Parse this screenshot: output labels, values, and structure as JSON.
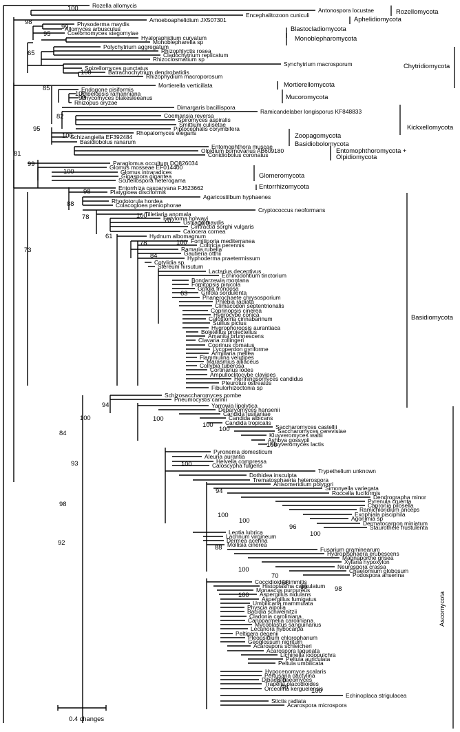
{
  "tree": {
    "taxa": [
      "Rozella allomycis",
      "Antonospora locustae",
      "Encephalitozoon cuniculi",
      "Amoeboaphelidium JX507301",
      "Physoderma maydis",
      "Allomyces arbusculus",
      "Coelomomyces stegomyiae",
      "Hyaloraphidium curvatum",
      "Monoblepharella sp",
      "Polychytrium aggregatum",
      "Rhizophlyctis rosea",
      "Cladochytrium replicatum",
      "Rhizoclosmatium sp",
      "Synchytrium macrosporum",
      "Spizellomyces punctatus",
      "Batrachochytrium dendrobatidis",
      "Rhizophydium macroporosum",
      "Mortierella verticillata",
      "Endogone pisiformis",
      "Umbelopsis ramanniana",
      "Phycomyces blakesleeanus",
      "Rhizopus oryzae",
      "Dimargaris bacillispora",
      "Ramicandelaber longisporus KF848833",
      "Coemansia reversa",
      "Spiromyces aspiralis",
      "Smittium culisetae",
      "Piptocephalis corymbifera",
      "Rhopalomyces elegans",
      "Schizangiella EF392484",
      "Basidiobolus ranarum",
      "Entomophthora muscae",
      "Olpidium bornovanus AB609180",
      "Conidiobolus coronatus",
      "Paraglomus occultum DQ826034",
      "Glomus mosseae EF014400",
      "Glomus intraradices",
      "Gigaspora gigantea",
      "Scutellospora heterogama",
      "Entorrhiza casparyana FJ623662",
      "Platygloea disciformis",
      "Agaricostilbum hyphaenes",
      "Rhodotorula hordea",
      "Colacogloea peniophorae",
      "Cryptococcus neoformans",
      "Tilletiaria anomala",
      "Entyloma holwayi",
      "Ustilago maydis",
      "Cintractia sorghi vulgaris",
      "Calocera cornea",
      "Hydnum albomagnum",
      "Fomitiporia mediterranea",
      "Coltricia perennis",
      "Ramaria rubella",
      "Gautieria otthii",
      "Hyphoderma praetermissum",
      "Cotylidia sp",
      "Stereum hirsutum",
      "Lactarius deceptivus",
      "Echinodontium tinctorium",
      "Bondarzewia montana",
      "Fomitopsis pinicola",
      "Grifola frondosa",
      "Grifola sordulenta",
      "Phanerochaete chrysosporium",
      "Phlebia radiata",
      "Climacodon septentrionalis",
      "Coprinopsis cinerea",
      "Hygrocybe conica",
      "Calostoma cinnabarinum",
      "Suillus pictus",
      "Hygrophoropsis aurantiaca",
      "Boletellus projectellus",
      "Amanita brunnescens",
      "Clavaria zollingeri",
      "Coprinus comatus",
      "Lycoperdon pyriforme",
      "Armillaria mellea",
      "Flammulina velutipes",
      "Marasmius alliaceus",
      "Collybia tuberosa",
      "Cortinarius iodes",
      "Ampulloclitocybe clavipes",
      "Henningsomyces candidus",
      "Pleurotus ostreatus",
      "Fibulorhizoctonia sp",
      "Schizosaccharomyces pombe",
      "Pneumocystis carinii",
      "Yarrowia lipolytica",
      "Debaryomyces hansenii",
      "Candida lusitaniae",
      "Candida albicans",
      "Candida tropicalis",
      "Saccharomyces castellii",
      "Saccharomyces cerevisiae",
      "Kluyveromyces waltii",
      "Ashbya gossypii",
      "Kluyveromyces lactis",
      "Pyronema domesticum",
      "Aleuria aurantia",
      "Helvella compressa",
      "Caloscypha fulgens",
      "Trypethelium unknown",
      "Dothidea insculpta",
      "Trematosphaeria heterospora",
      "Anisomeridium polypori",
      "Simonyella variegata",
      "Roccella fuciformis",
      "Dendrographa minor",
      "Pyrenula cruenta",
      "Capronia pilosella",
      "Ramichloridium anceps",
      "Exophiala pisciphila",
      "Agonimia sp",
      "Dermatocarpon miniatum",
      "Staurothele frustulenta",
      "Leotia lubrica",
      "Lachnum virgineum",
      "Dermea acerina",
      "Mollisia cinerea",
      "Fusarium graminearum",
      "Hydropisphaera erubescens",
      "Magnaporthe grisea",
      "Xylaria hypoxylon",
      "Neurospora crassa",
      "Chaetomium globosum",
      "Podospora anserina",
      "Coccidioides immitis",
      "Histoplasma capsulatum",
      "Monascus purpureus",
      "Aspergillus nidulans",
      "Aspergillus fumigatus",
      "Umbilicaria mammulata",
      "Physcia aipolia",
      "Bacidia schweinitzii",
      "Cladonia caroliniana",
      "Canoparmelia caroliniana",
      "Mycoblastus sanguinarius",
      "Lecanora hybocarpa",
      "Peltigera degenii",
      "Pleopsidium chlorophanum",
      "Geoglossum nigritum",
      "Acarospora schleicheri",
      "Acarospora laqueata",
      "Lichinella iodopulchra",
      "Peltula auriculata",
      "Peltula umbilicata",
      "Hypocenomyce scalaris",
      "Pertusaria dactylina",
      "Dibaeis baeomyces",
      "Trapelia placodioides",
      "Orceolina kerguelensis",
      "Echinoplaca strigulacea",
      "Stictis radiata",
      "Acarospora microspora"
    ],
    "supports": [
      "100",
      "98",
      "99",
      "95",
      "65",
      "100",
      "85",
      "100",
      "99",
      "82",
      "95",
      "100",
      "81",
      "99",
      "100",
      "98",
      "88",
      "78",
      "100",
      "70",
      "100",
      "61",
      "78",
      "100",
      "84",
      "63",
      "73",
      "94",
      "100",
      "100",
      "100",
      "100",
      "100",
      "84",
      "93",
      "100",
      "98",
      "94",
      "100",
      "100",
      "96",
      "100",
      "92",
      "88",
      "100",
      "100",
      "70",
      "68",
      "99",
      "98",
      "100",
      "98",
      "100"
    ],
    "clades": [
      "Rozellomycota",
      "Aphelidiomycota",
      "Blastocladiomycota",
      "Monoblepharomycota",
      "Chytridiomycota",
      "Mortierellomycota",
      "Mucoromycota",
      "Kickxellomycota",
      "Zoopagomycota",
      "Basidiobolomycota",
      "Entomophthoromycota +",
      "Olpidiomycota",
      "Glomeromycota",
      "Entorrhizomycota",
      "Basidiomycota",
      "Ascomycota"
    ],
    "scale_label": "0.4 changes"
  }
}
